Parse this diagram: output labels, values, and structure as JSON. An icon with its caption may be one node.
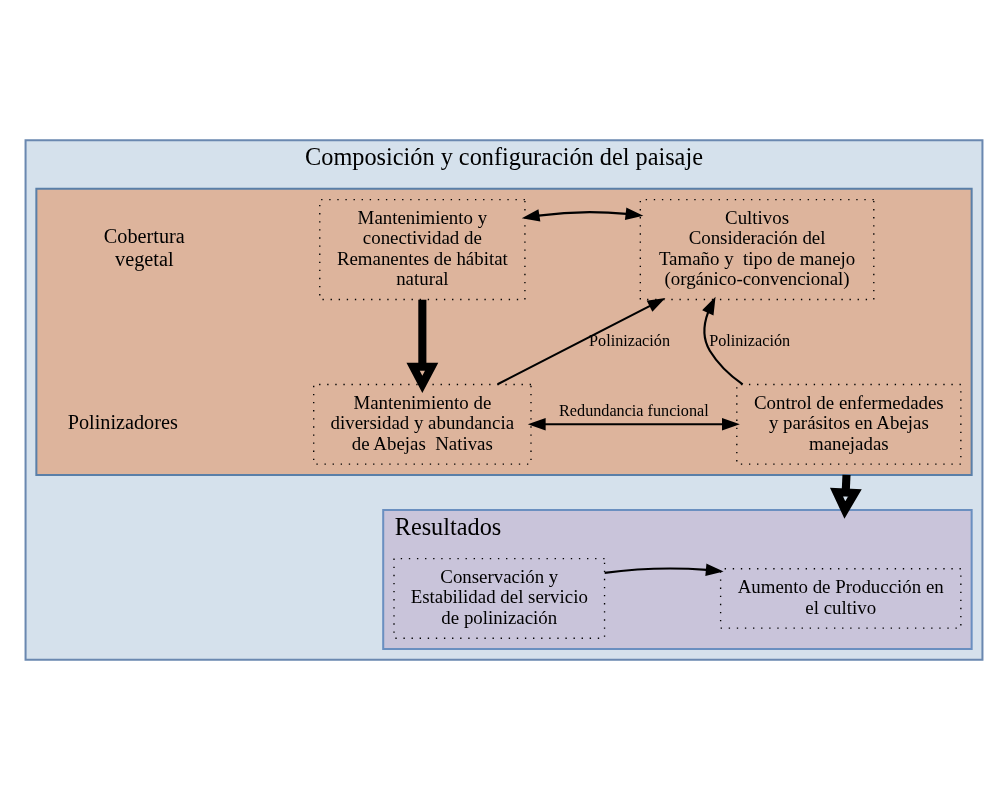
{
  "diagram": {
    "nodes": [
      {
        "text": [
          "Composición y configuración del paisaje"
        ]
      },
      {
        "text": [],
        "shape": "box",
        "in": 0
      },
      {
        "text": [
          "Mantenimiento y conectividad de Remanentes de hábitat natural"
        ],
        "in": 1
      },
      {
        "text": [
          "Cultivos",
          "Consideración del  Tamaño y  tipo de manejo (orgánico-convencional)"
        ],
        "in": 1
      },
      {
        "text": [
          "Mantenimiento de diversidad y abundancia de Abejas  Nativas"
        ],
        "in": 1
      },
      {
        "text": [
          "Control de enfermedades y parásitos en Abejas manejadas"
        ],
        "in": 1
      },
      {
        "text": [
          "Resultados"
        ],
        "in": 0
      },
      {
        "text": [
          "Aumento de Producción en el cultivo"
        ],
        "in": 6
      },
      {
        "text": [
          "Conservación y Estabilidad del servicio de polinización"
        ],
        "in": 6
      }
    ],
    "edges": [
      {
        "from": 2,
        "to": 3,
        "arrow": "both"
      },
      {
        "from": 2,
        "to": 4,
        "arrow": "to",
        "style": "thick"
      },
      {
        "from": 4,
        "to": 3,
        "arrow": "to",
        "label": "Polinización"
      },
      {
        "from": 4,
        "to": 5,
        "arrow": "both",
        "label": "Redundancia funcional"
      },
      {
        "from": 5,
        "to": 3,
        "arrow": "to",
        "label": "Polinización"
      },
      {
        "from": 1,
        "to": 6,
        "arrow": "to",
        "style": "thick"
      },
      {
        "from": 8,
        "to": 7,
        "arrow": "to"
      }
    ],
    "labels": [
      "Cobertura vegetal",
      "Polinizadores"
    ]
  }
}
